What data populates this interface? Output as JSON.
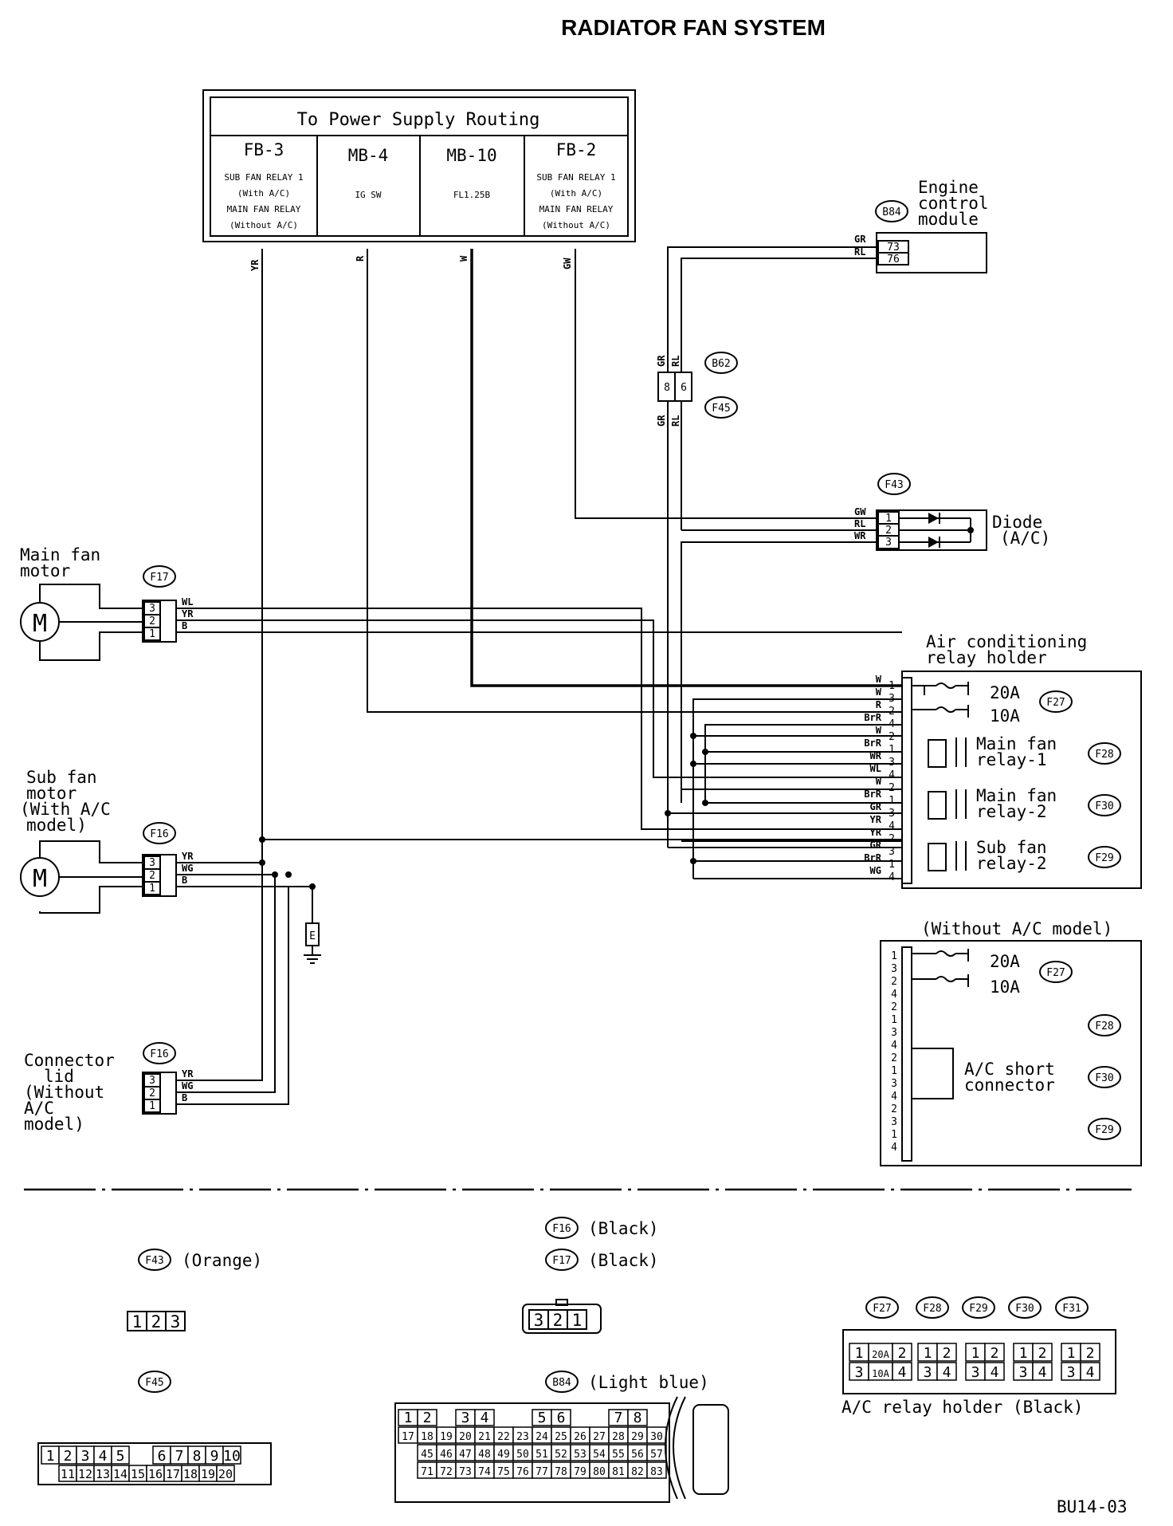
{
  "title": "RADIATOR FAN SYSTEM",
  "power_supply": {
    "header": "To Power Supply Routing",
    "columns": [
      {
        "name": "FB-3",
        "lines": [
          "SUB FAN RELAY 1",
          "(With A/C)",
          "MAIN FAN RELAY",
          "(Without A/C)"
        ]
      },
      {
        "name": "MB-4",
        "lines": [
          "IG SW"
        ]
      },
      {
        "name": "MB-10",
        "lines": [
          "FL1.25B"
        ]
      },
      {
        "name": "FB-2",
        "lines": [
          "SUB FAN RELAY 1",
          "(With A/C)",
          "MAIN FAN RELAY",
          "(Without A/C)"
        ]
      }
    ],
    "wire_labels": [
      "YR",
      "R",
      "W",
      "GW"
    ]
  },
  "ecm": {
    "lines": [
      "Engine",
      "control",
      "module"
    ],
    "connector": "B84",
    "pins": [
      "73",
      "76"
    ],
    "wires": [
      "GR",
      "RL"
    ]
  },
  "joint": {
    "connectors": [
      "B62",
      "F45"
    ],
    "pins": [
      "8",
      "6"
    ],
    "wires_top": [
      "GR",
      "RL"
    ],
    "wires_bottom": [
      "GR",
      "RL"
    ]
  },
  "diode": {
    "lines": [
      "Diode",
      "(A/C)"
    ],
    "connector": "F43",
    "pins": [
      "1",
      "2",
      "3"
    ],
    "wires": [
      "GW",
      "RL",
      "WR"
    ]
  },
  "main_fan_motor": {
    "lines": [
      "Main fan",
      "motor"
    ],
    "connector": "F17",
    "pins": [
      "3",
      "2",
      "1"
    ],
    "wires": [
      "WL",
      "YR",
      "B"
    ]
  },
  "sub_fan_motor": {
    "lines": [
      "Sub fan",
      "motor",
      "(With A/C",
      "model)"
    ],
    "connector": "F16",
    "pins": [
      "3",
      "2",
      "1"
    ],
    "wires": [
      "YR",
      "WG",
      "B"
    ]
  },
  "ground_symbol": "E",
  "connector_lid": {
    "lines": [
      "Connector",
      "lid",
      "(Without",
      "A/C",
      "model)"
    ],
    "connector": "F16",
    "pins": [
      "3",
      "2",
      "1"
    ],
    "wires": [
      "YR",
      "WG",
      "B"
    ]
  },
  "ac_relay_holder": {
    "lines": [
      "Air conditioning",
      "relay holder"
    ],
    "wires": [
      "W",
      "W",
      "R",
      "BrR",
      "W",
      "BrR",
      "WR",
      "WL",
      "W",
      "BrR",
      "GR",
      "YR",
      "YR",
      "GR",
      "BrR",
      "WG"
    ],
    "pins": [
      "1",
      "3",
      "2",
      "4",
      "2",
      "1",
      "3",
      "4",
      "2",
      "1",
      "3",
      "4",
      "2",
      "3",
      "1",
      "4"
    ],
    "fuses": [
      {
        "value": "20A",
        "connector": "F27"
      },
      {
        "value": "10A",
        "connector": ""
      }
    ],
    "relays": [
      {
        "lines": [
          "Main fan",
          "relay-1"
        ],
        "connector": "F28"
      },
      {
        "lines": [
          "Main fan",
          "relay-2"
        ],
        "connector": "F30"
      },
      {
        "lines": [
          "Sub fan",
          "relay-2"
        ],
        "connector": "F29"
      }
    ]
  },
  "without_ac": {
    "title": "(Without A/C model)",
    "pins": [
      "1",
      "3",
      "2",
      "4",
      "2",
      "1",
      "3",
      "4",
      "2",
      "1",
      "3",
      "4",
      "2",
      "3",
      "1",
      "4"
    ],
    "fuses": [
      {
        "value": "20A",
        "connector": "F27"
      },
      {
        "value": "10A",
        "connector": ""
      }
    ],
    "connectors": [
      "F28",
      "F30",
      "F29"
    ],
    "short_connector": [
      "A/C short",
      "connector"
    ]
  },
  "legend": {
    "f43": {
      "id": "F43",
      "color": "(Orange)",
      "pins": [
        "1",
        "2",
        "3"
      ]
    },
    "f16": {
      "id": "F16",
      "color": "(Black)"
    },
    "f17": {
      "id": "F17",
      "color": "(Black)",
      "pins": [
        "3",
        "2",
        "1"
      ]
    },
    "f45": {
      "id": "F45",
      "top": [
        "1",
        "2",
        "3",
        "4",
        "5",
        "",
        "6",
        "7",
        "8",
        "9",
        "10"
      ],
      "bottom": [
        "11",
        "12",
        "13",
        "14",
        "15",
        "16",
        "17",
        "18",
        "19",
        "20"
      ]
    },
    "b84": {
      "id": "B84",
      "color": "(Light blue)",
      "rows": [
        [
          "1",
          "2",
          "",
          "3",
          "4",
          "",
          "",
          "5",
          "6",
          "",
          "",
          "7",
          "8",
          ""
        ],
        [
          "17",
          "18",
          "19",
          "20",
          "21",
          "22",
          "23",
          "24",
          "25",
          "26",
          "27",
          "28",
          "29",
          "30"
        ],
        [
          "",
          "45",
          "46",
          "47",
          "48",
          "49",
          "50",
          "51",
          "52",
          "53",
          "54",
          "55",
          "56",
          "57"
        ],
        [
          "",
          "71",
          "72",
          "73",
          "74",
          "75",
          "76",
          "77",
          "78",
          "79",
          "80",
          "81",
          "82",
          "83"
        ]
      ]
    },
    "relay_holder": {
      "ids": [
        "F27",
        "F28",
        "F29",
        "F30",
        "F31"
      ],
      "f27_top": [
        "1",
        "20A",
        "2"
      ],
      "f27_bottom": [
        "3",
        "10A",
        "4"
      ],
      "relay_top": [
        "1",
        "2"
      ],
      "relay_bottom": [
        "3",
        "4"
      ],
      "caption": "A/C relay holder (Black)"
    }
  },
  "code": "BU14-03"
}
